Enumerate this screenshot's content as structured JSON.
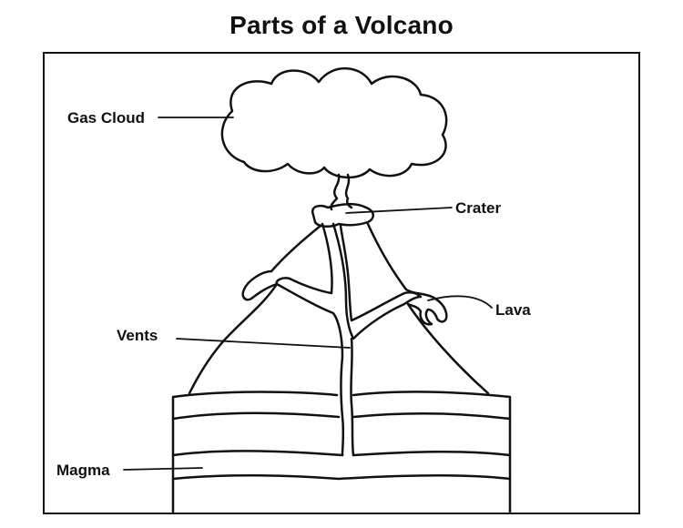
{
  "title": "Parts of a Volcano",
  "labels": {
    "gas_cloud": "Gas Cloud",
    "crater": "Crater",
    "lava": "Lava",
    "vents": "Vents",
    "magma": "Magma"
  },
  "colors": {
    "ink": "#111111",
    "background": "#ffffff"
  }
}
